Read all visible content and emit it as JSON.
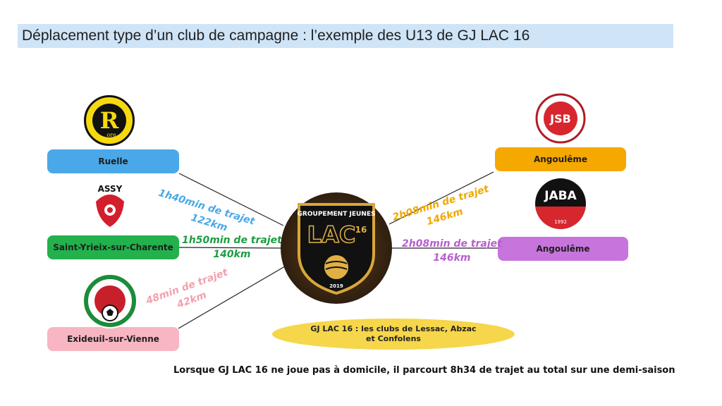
{
  "title": "Déplacement type d’un club de campagne : l’exemple des U13 de GJ LAC 16",
  "clubs": {
    "ruelle": {
      "name": "Ruelle",
      "color": "#4aa8e8",
      "time": "1h40min de trajet",
      "distance": "122km",
      "text_color": "#4aa8e8"
    },
    "saint_yrieix": {
      "name": "Saint-Yrieix-sur-Charente",
      "color": "#22b14c",
      "time": "1h50min de trajet",
      "distance": "140km",
      "text_color": "#1f9d44"
    },
    "exideuil": {
      "name": "Exideuil-sur-Vienne",
      "color": "#f7b6c2",
      "time": "48min de trajet",
      "distance": "42km",
      "text_color": "#f2a1ad"
    },
    "angouleme_jsb": {
      "name": "Angoulême",
      "color": "#f5a800",
      "time": "2h08min de trajet",
      "distance": "146km",
      "text_color": "#f0a800"
    },
    "angouleme_jaba": {
      "name": "Angoulême",
      "color": "#c774dd",
      "time": "2h08min de trajet",
      "distance": "146km",
      "text_color": "#b85fd0"
    }
  },
  "logos": {
    "ruelle_letter": "R",
    "ruelle_sub": "ore",
    "assy": "ASSY",
    "jsb": "JSB",
    "jaba": "JABA",
    "jaba_year": "1992"
  },
  "center_logo": {
    "top_text": "GROUPEMENT JEUNES",
    "main": "LAC",
    "number": "16",
    "year": "2019"
  },
  "ellipse_text": "GJ LAC 16 : les clubs de Lessac, Abzac et Confolens",
  "footer": "Lorsque GJ LAC 16 ne joue pas à domicile, il parcourt 8h34 de trajet au total sur une demi-saison"
}
